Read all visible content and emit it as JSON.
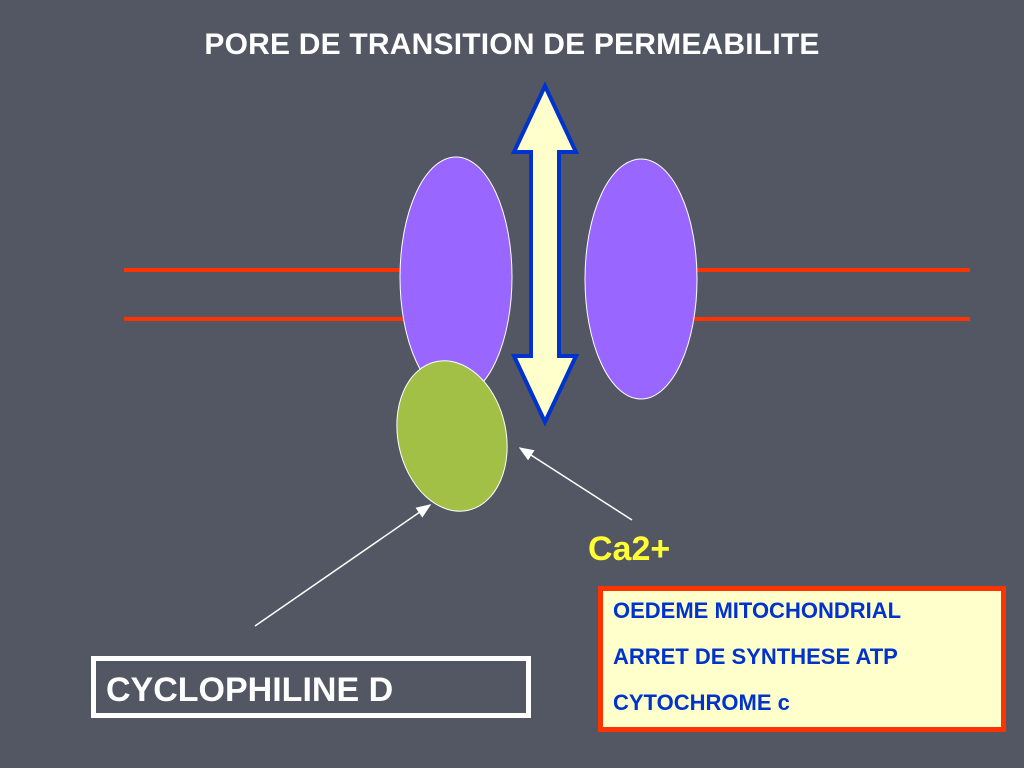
{
  "slide": {
    "title": "PORE DE TRANSITION DE PERMEABILITE",
    "ion_label": "Ca2+",
    "protein_label": "CYCLOPHILINE D",
    "effects": [
      "OEDEME MITOCHONDRIAL",
      "ARRET DE SYNTHESE ATP",
      "CYTOCHROME c"
    ]
  },
  "colors": {
    "background": "#535763",
    "membrane": "#ff3300",
    "pore_protein": "#9966ff",
    "cyclophilin": "#a2c046",
    "arrow_fill": "#ffffcc",
    "arrow_stroke": "#0033cc",
    "ion_text": "#ffff33",
    "effects_text": "#0033cc",
    "effects_border": "#ff3300"
  }
}
